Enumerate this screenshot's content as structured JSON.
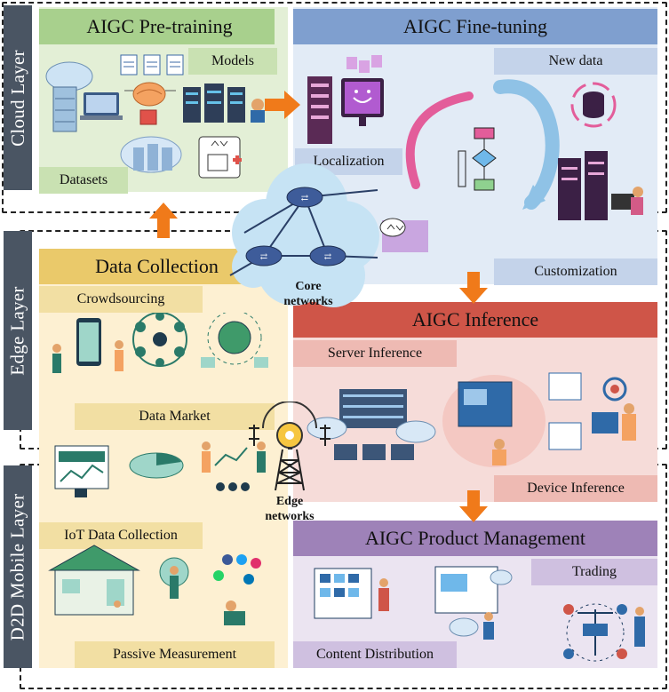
{
  "layers": {
    "cloud": "Cloud Layer",
    "edge": "Edge Layer",
    "d2d": "D2D Mobile Layer"
  },
  "pretraining": {
    "title": "AIGC Pre-training",
    "models": "Models",
    "datasets": "Datasets"
  },
  "finetuning": {
    "title": "AIGC Fine-tuning",
    "new_data": "New data",
    "localization": "Localization",
    "customization": "Customization"
  },
  "collection": {
    "title": "Data Collection",
    "crowdsourcing": "Crowdsourcing",
    "data_market": "Data Market",
    "iot": "IoT Data Collection",
    "passive": "Passive Measurement"
  },
  "inference": {
    "title": "AIGC Inference",
    "server": "Server Inference",
    "device": "Device Inference"
  },
  "product": {
    "title": "AIGC Product Management",
    "trading": "Trading",
    "distribution": "Content Distribution"
  },
  "networks": {
    "core": [
      "Core",
      "networks"
    ],
    "edge": [
      "Edge",
      "networks"
    ]
  },
  "colors": {
    "green_bg": "#e3efd6",
    "green_bar": "#a8d08d",
    "blue_bg": "#e2ebf6",
    "blue_bar": "#7f9fcf",
    "gold_bg": "#fdf0d2",
    "gold_bar": "#eac96a",
    "pink_bg": "#f6dcd9",
    "red_bar": "#cf5548",
    "purple_bg": "#ebe4f1",
    "purple_bar": "#9e82b8",
    "arrow": "#f07a1a",
    "layer_tag": "#4a5563"
  }
}
